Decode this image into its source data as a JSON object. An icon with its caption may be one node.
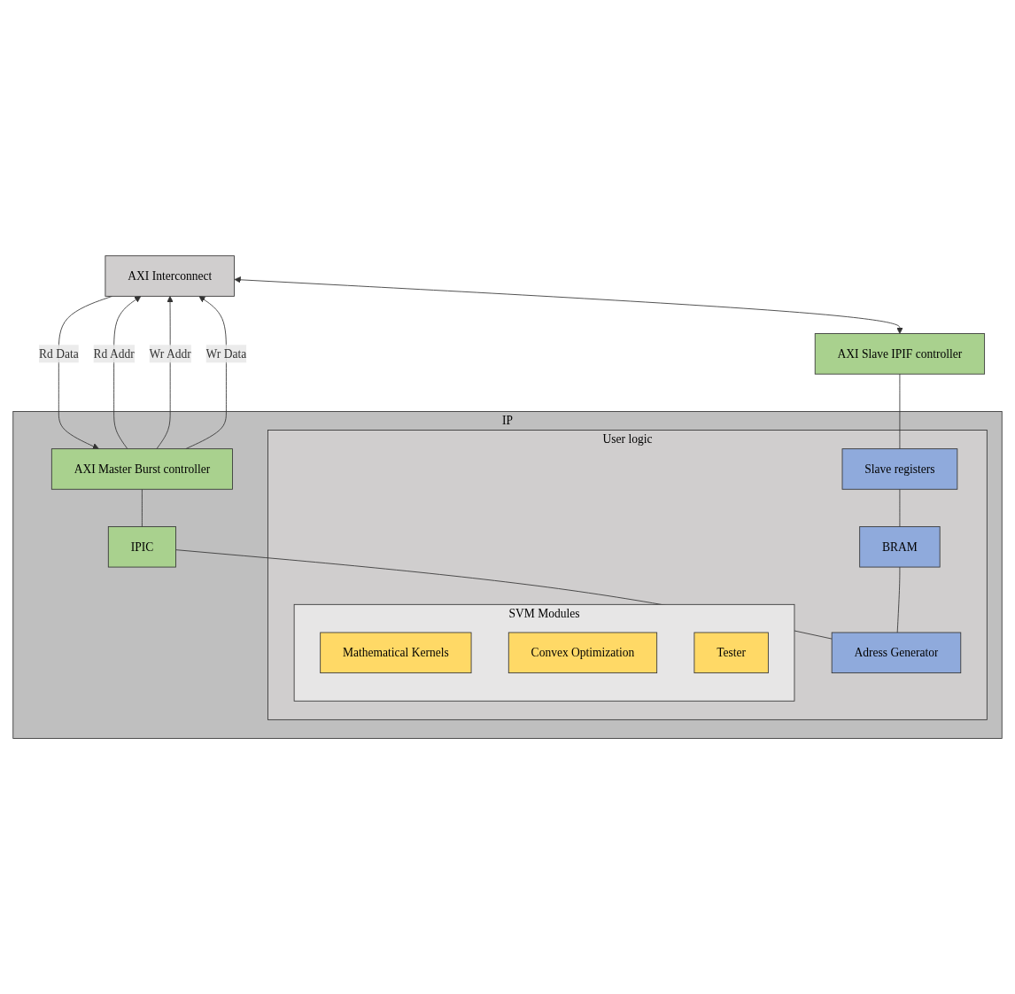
{
  "diagram": {
    "nodes": [
      {
        "text": [
          "AXI Interconnect"
        ]
      },
      {
        "text": [
          "AXI Slave IPIF controller"
        ]
      },
      {
        "text": [
          "IP"
        ]
      },
      {
        "text": [
          "AXI Master Burst controller"
        ],
        "in": 2
      },
      {
        "text": [
          "IPIC"
        ],
        "in": 2
      },
      {
        "text": [
          "User logic"
        ],
        "in": 2
      },
      {
        "text": [
          "Slave registers"
        ],
        "in": 5
      },
      {
        "text": [
          "BRAM"
        ],
        "in": 5
      },
      {
        "text": [
          "Adress Generator"
        ],
        "in": 5
      },
      {
        "text": [
          "SVM Modules"
        ],
        "in": 5
      },
      {
        "text": [
          "Mathematical Kernels"
        ],
        "in": 9
      },
      {
        "text": [
          "Convex Optimization"
        ],
        "in": 9
      },
      {
        "text": [
          "Tester"
        ],
        "in": 9
      }
    ],
    "edges": [
      {
        "from": 0,
        "to": 1,
        "arrow": "both"
      },
      {
        "from": 3,
        "to": 0,
        "arrow": "to",
        "label": "Rd Addr"
      },
      {
        "from": 0,
        "to": 3,
        "arrow": "to",
        "label": "Rd Data"
      },
      {
        "from": 3,
        "to": 0,
        "arrow": "to",
        "label": "Wr Addr"
      },
      {
        "from": 3,
        "to": 0,
        "arrow": "to",
        "label": "Wr Data"
      },
      {
        "from": 3,
        "to": 4,
        "arrow": "none"
      },
      {
        "from": 4,
        "to": 8,
        "arrow": "none"
      },
      {
        "from": 1,
        "to": 6,
        "arrow": "none"
      },
      {
        "from": 6,
        "to": 7,
        "arrow": "none"
      },
      {
        "from": 7,
        "to": 8,
        "arrow": "none"
      }
    ]
  }
}
